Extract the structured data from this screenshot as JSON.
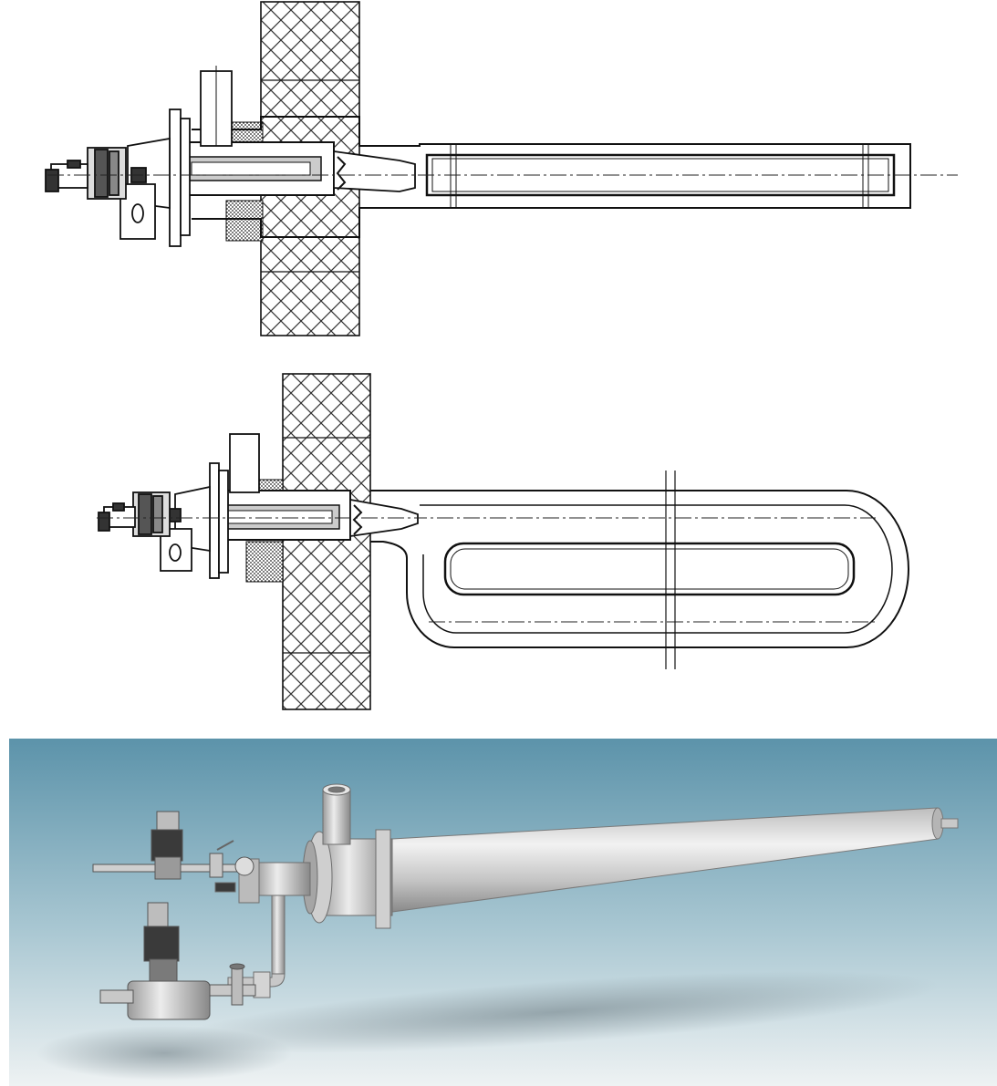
{
  "figure": {
    "panels": [
      {
        "id": "straight-radiant-tube-section",
        "kind": "technical-drawing"
      },
      {
        "id": "u-radiant-tube-section",
        "kind": "technical-drawing"
      },
      {
        "id": "burner-assembly-3d",
        "kind": "rendering"
      }
    ]
  },
  "colors": {
    "ink": "#1a1a1a",
    "hatch": "#333333",
    "render_sky_top": "#5c93aa",
    "render_sky_bottom": "#e8eef0",
    "metal_light": "#e4e4e4",
    "metal_dark": "#8a8a8a",
    "valve_dark": "#3a3a3a"
  }
}
